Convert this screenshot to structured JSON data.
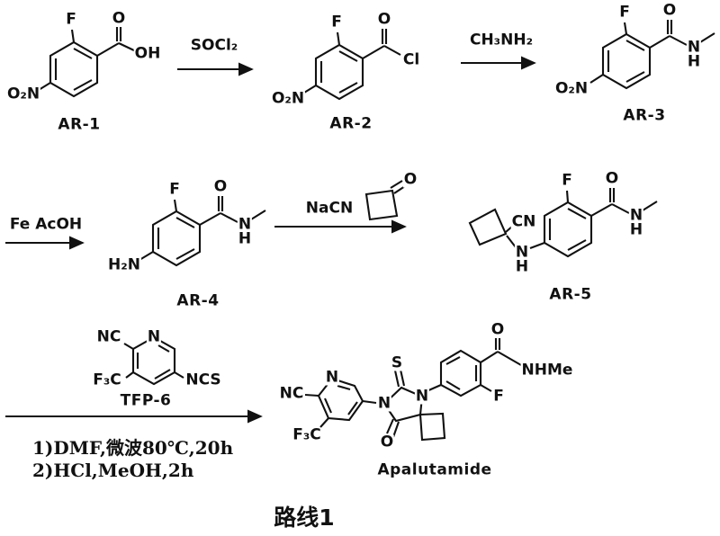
{
  "colors": {
    "ink": "#111111",
    "background": "#ffffff"
  },
  "caption": "路线1",
  "reagents": {
    "step1": "SOCl₂",
    "step2": "CH₃NH₂",
    "step3": "Fe AcOH",
    "step4": "NaCN",
    "step5_line1": "1)DMF,微波80℃,20h",
    "step5_line2": "2)HCl,MeOH,2h"
  },
  "molecules": {
    "ar1": {
      "label": "AR-1",
      "atoms": {
        "f": "F",
        "carbonyl_o": "O",
        "oh": "OH",
        "nitro": "O₂N"
      }
    },
    "ar2": {
      "label": "AR-2",
      "atoms": {
        "f": "F",
        "carbonyl_o": "O",
        "cl": "Cl",
        "nitro": "O₂N"
      }
    },
    "ar3": {
      "label": "AR-3",
      "atoms": {
        "f": "F",
        "carbonyl_o": "O",
        "amide_n": "N",
        "amide_h": "H",
        "nitro": "O₂N"
      }
    },
    "ar4": {
      "label": "AR-4",
      "atoms": {
        "f": "F",
        "carbonyl_o": "O",
        "amide_n": "N",
        "amide_h": "H",
        "amine": "H₂N"
      }
    },
    "cyclobutanone": {
      "atoms": {
        "o": "O"
      }
    },
    "ar5": {
      "label": "AR-5",
      "atoms": {
        "f": "F",
        "carbonyl_o": "O",
        "amide_n": "N",
        "amide_h": "H",
        "nitrile": "CN",
        "nh_n": "N",
        "nh_h": "H"
      }
    },
    "tfp6": {
      "label": "TFP-6",
      "atoms": {
        "nitrile": "NC",
        "ring_n": "N",
        "cf3": "F₃C",
        "ncs": "NCS"
      }
    },
    "apalutamide": {
      "label": "Apalutamide",
      "atoms": {
        "nitrile": "NC",
        "pyridine_n": "N",
        "cf3": "F₃C",
        "thione_s": "S",
        "n1": "N",
        "n3": "N",
        "ring_o": "O",
        "amide_o": "O",
        "nhme": "NHMe",
        "f": "F"
      }
    }
  }
}
